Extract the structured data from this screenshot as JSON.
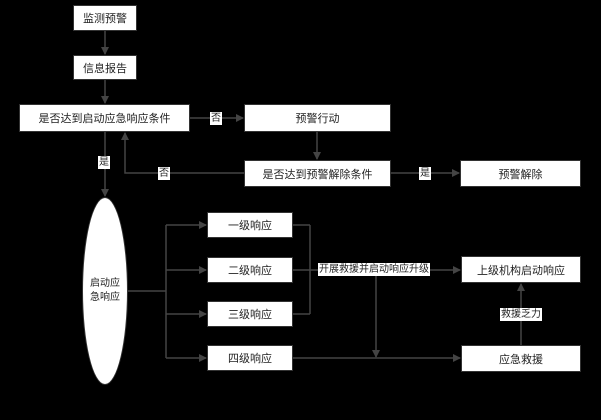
{
  "nodes": {
    "monitor": "监测预警",
    "report": "信息报告",
    "decision_start": "是否达到启动应急响应条件",
    "warning_action": "预警行动",
    "decision_release": "是否达到预警解除条件",
    "release": "预警解除",
    "start_response_line1": "启动应",
    "start_response_line2": "急响应",
    "level1": "一级响应",
    "level2": "二级响应",
    "level3": "三级响应",
    "level4": "四级响应",
    "upper_response": "上级机构启动响应",
    "rescue": "应急救援"
  },
  "edge_labels": {
    "no_to_warning": "否",
    "yes_to_start": "是",
    "no_back": "否",
    "yes_release": "是",
    "upgrade": "开展救援并启动响应升级",
    "insufficient": "救援乏力"
  }
}
